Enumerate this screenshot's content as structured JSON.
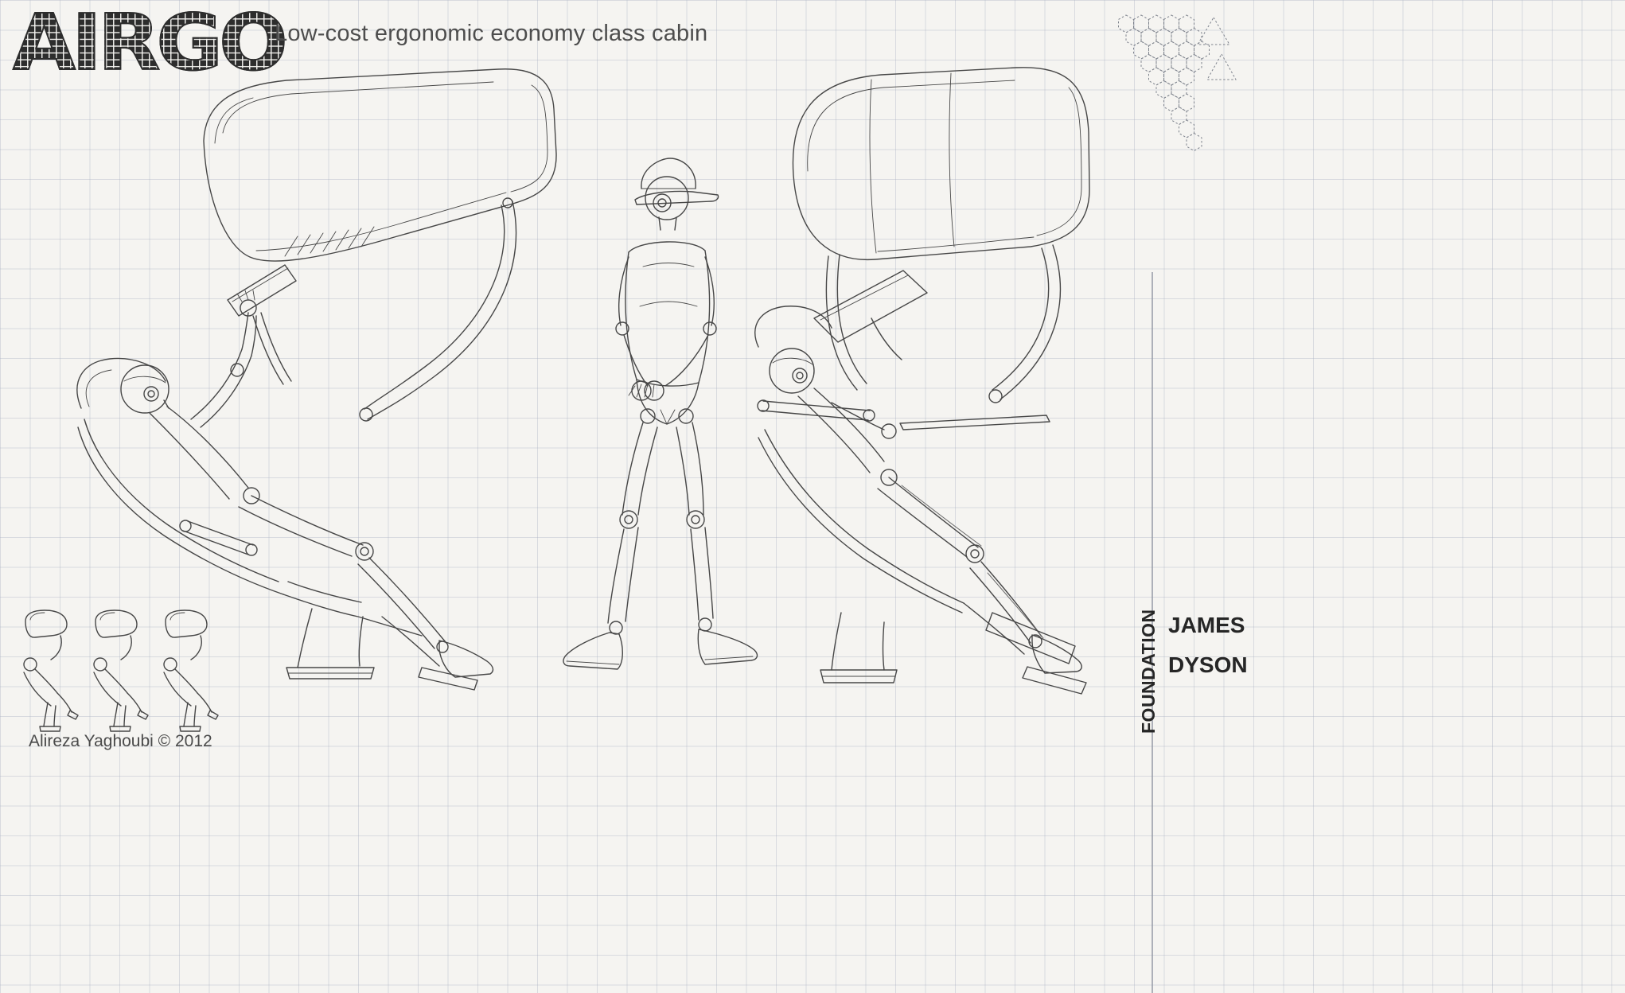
{
  "header": {
    "logo": "AIRGO",
    "subtitle": "Low-cost ergonomic economy class cabin"
  },
  "footer": {
    "copyright": "Alireza Yaghoubi © 2012"
  },
  "branding": {
    "line1": "JAMES",
    "line2": "DYSON",
    "vertical": "FOUNDATION"
  },
  "colors": {
    "paper": "#f5f4f1",
    "grid": "#a8b0c2",
    "ink": "#474747",
    "logo": "#2d2d2d",
    "brand_text": "#262626"
  },
  "drawings": {
    "left": "reclined-seat-side-view-with-passenger-and-overhead-canopy",
    "center": "standing-passenger-with-cap",
    "right": "reclined-seat-rear-three-quarter-view-with-passenger",
    "thumbnails": [
      "seat-position-1",
      "seat-position-2",
      "seat-position-3"
    ],
    "pattern": "dotted-hexagon-triangle-pattern"
  }
}
